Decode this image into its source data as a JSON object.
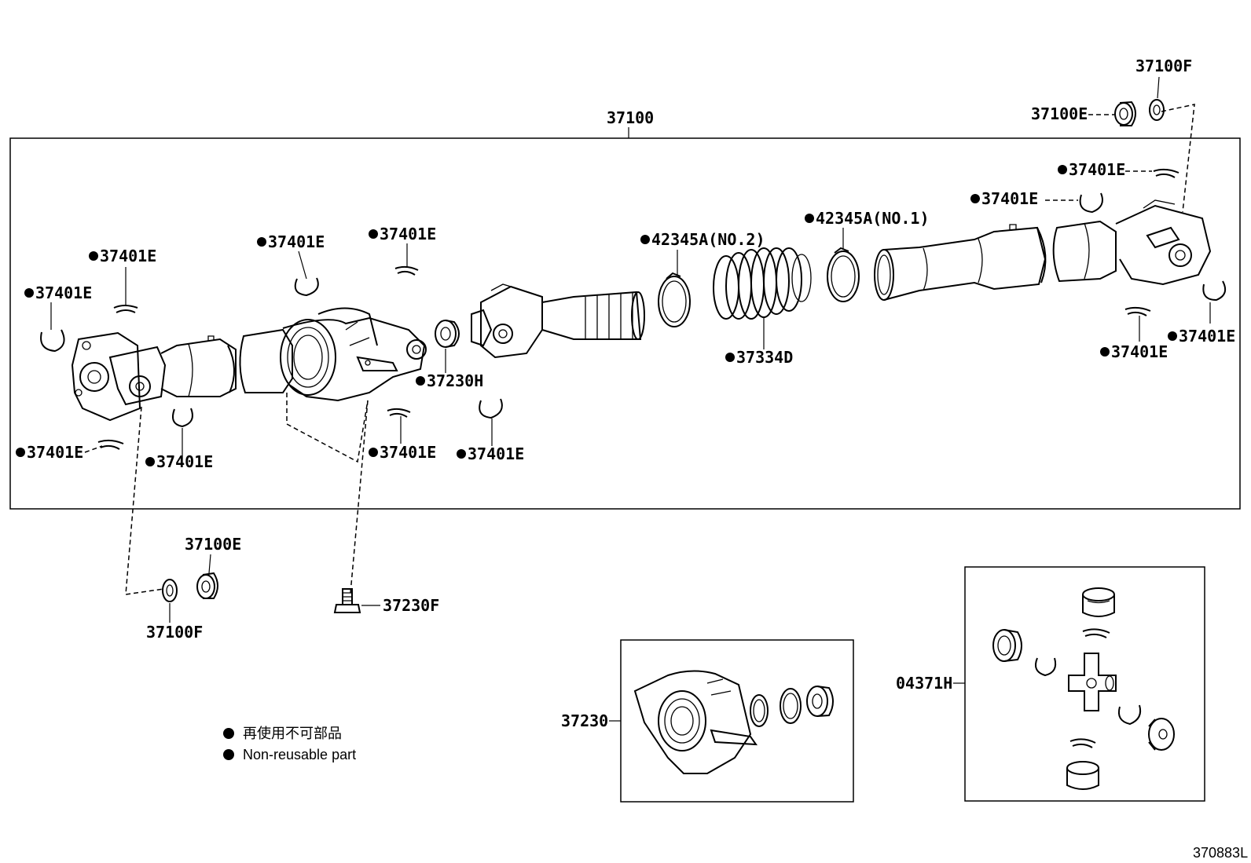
{
  "diagram_id": "370883L",
  "assembly": {
    "main": "37100",
    "center_bearing": "37230",
    "spider_kit": "04371H"
  },
  "legend": {
    "jp": "再使用不可部品",
    "en": "Non-reusable part"
  },
  "labels": {
    "snap_ring": "37401E",
    "bolt": "37230F",
    "washer": "37100F",
    "bushing": "37100E",
    "bearing_seal": "37230H",
    "boot": "37334D",
    "clamp_no1": "42345A(NO.1)",
    "clamp_no2": "42345A(NO.2)"
  }
}
